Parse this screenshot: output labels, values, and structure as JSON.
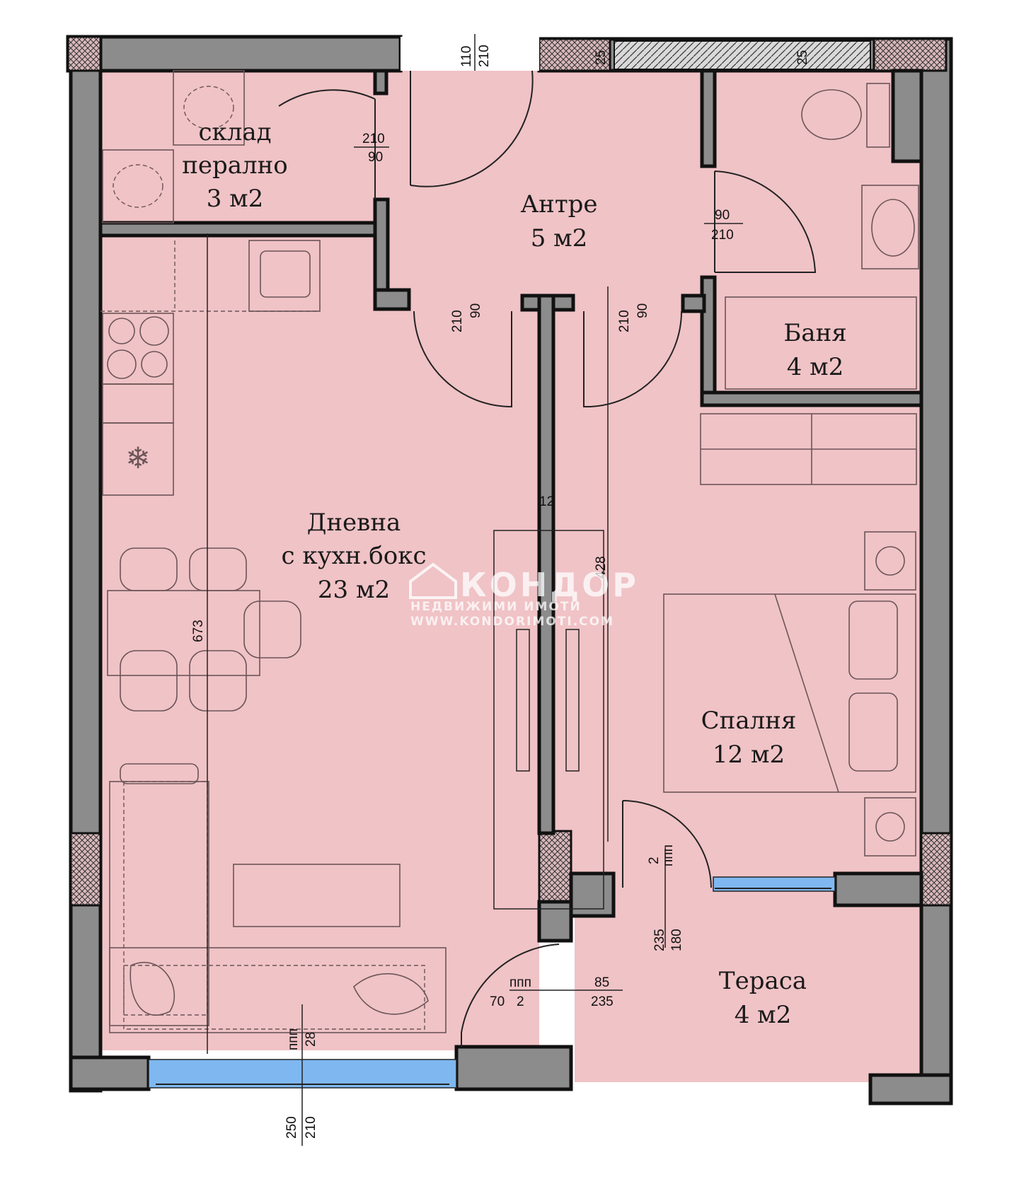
{
  "rooms": {
    "storage": {
      "name_line1": "склад",
      "name_line2": "перално",
      "area": "3 м2"
    },
    "hall": {
      "name": "Антре",
      "area": "5 м2"
    },
    "bathroom": {
      "name": "Баня",
      "area": "4 м2"
    },
    "living": {
      "name_line1": "Дневна",
      "name_line2": "с кухн.бокс",
      "area": "23 м2"
    },
    "bedroom": {
      "name": "Спалня",
      "area": "12 м2"
    },
    "terrace": {
      "name": "Тераса",
      "area": "4 м2"
    }
  },
  "dimensions": {
    "entrance_top": "210",
    "entrance_bottom": "110",
    "wall_dim_left": "25",
    "wall_dim_right": "25",
    "storage_door_top": "210",
    "storage_door_bottom": "90",
    "bath_door_top": "90",
    "bath_door_bottom": "210",
    "living_door_a": "210",
    "living_door_b": "90",
    "bedroom_door_a": "210",
    "bedroom_door_b": "90",
    "partition_thickness": "12",
    "partition_length": "428",
    "living_depth": "673",
    "bedroom_terrace_door_a": "ппп",
    "bedroom_terrace_door_b": "2",
    "terrace_door_a": "180",
    "terrace_door_b": "235",
    "living_terrace_door_ppp": "ппп",
    "living_terrace_door_85": "85",
    "living_terrace_door_70": "70",
    "living_terrace_door_2": "2",
    "living_terrace_door_235": "235",
    "window_ppp": "ппп",
    "window_28": "28",
    "window_bottom_250": "250",
    "window_bottom_210": "210"
  },
  "watermark": {
    "brand": "КОНДОР",
    "subtitle": "НЕДВИЖИМИ ИМОТИ",
    "website": "WWW.KONDORIMOTI.COM"
  },
  "colors": {
    "floor": "#f0c3c6",
    "wall": "#8c8c8c",
    "window": "#7fb8f0",
    "column_hatch": "#b48a8e"
  }
}
